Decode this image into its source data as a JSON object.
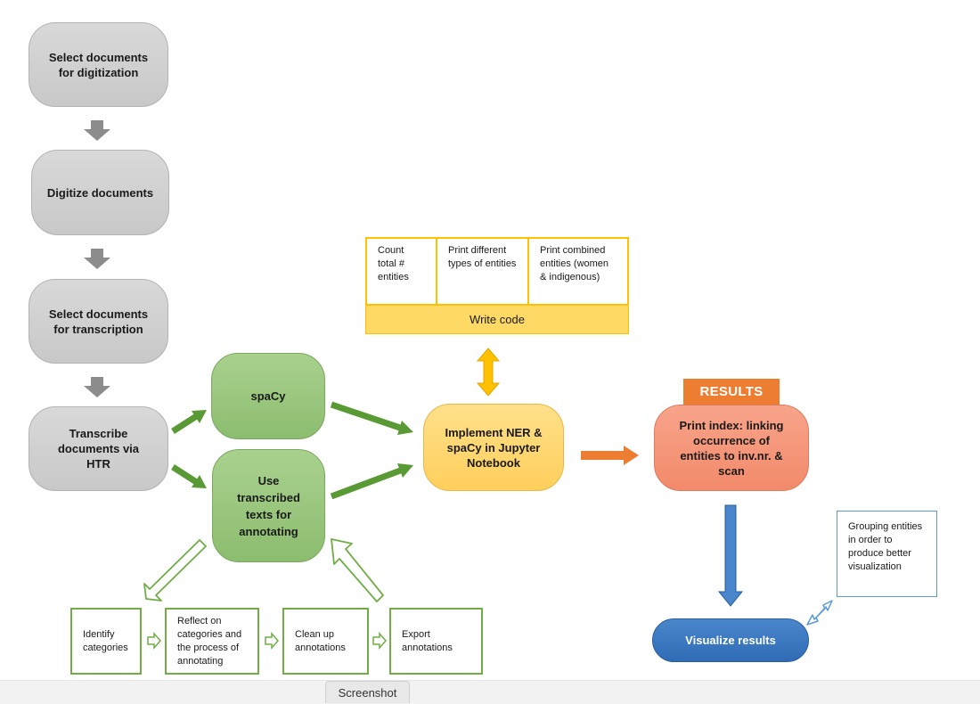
{
  "flow": {
    "gray_steps": [
      "Select documents for digitization",
      "Digitize documents",
      "Select documents for transcription",
      "Transcribe documents via HTR"
    ],
    "spacy": "spaCy",
    "annotate": "Use transcribed texts for annotating",
    "ner": "Implement NER & spaCy in Jupyter Notebook",
    "annotation_steps": [
      "Identify categories",
      "Reflect on categories and the process of annotating",
      "Clean up annotations",
      "Export annotations"
    ],
    "code_tasks": [
      "Count total # entities",
      "Print different types of entities",
      "Print combined entities (women & indigenous)"
    ],
    "write_code": "Write code",
    "results_label": "RESULTS",
    "print_index": "Print index: linking occurrence of entities to inv.nr. & scan",
    "visualize": "Visualize results",
    "grouping": "Grouping entities in order to produce better visualization"
  },
  "footer": {
    "screenshot_tab": "Screenshot"
  },
  "colors": {
    "gray": "#c8c8c8",
    "green": "#70ad47",
    "yellow": "#ffc000",
    "orange": "#ed7d31",
    "blue": "#2f6cb5",
    "light_blue": "#5b9bd5",
    "arrow_gray": "#8c8c8c"
  }
}
